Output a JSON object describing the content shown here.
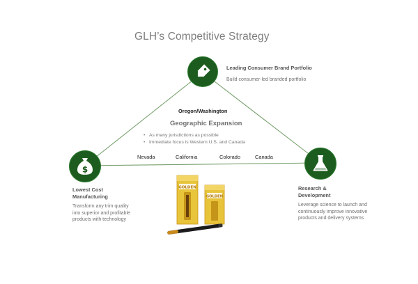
{
  "title": "GLH’s Competitive Strategy",
  "center": {
    "region_label": "Oregon/Washington",
    "heading": "Geographic Expansion",
    "bullets": [
      "As many jurisdictions as possible",
      "Immediate focus is Western U.S. and Canada"
    ]
  },
  "states": [
    "Nevada",
    "California",
    "Colorado",
    "Canada"
  ],
  "nodes": {
    "top": {
      "icon": "price-tag-icon",
      "title": "Leading Consumer Brand Portfolio",
      "description": "Build consumer-led branded portfolio"
    },
    "left": {
      "icon": "dollar-bag-icon",
      "title_lines": [
        "Lowest Cost",
        "Manufacturing"
      ],
      "description_lines": [
        "Transform any trim quality",
        "into superior and profitable",
        "products with technology"
      ]
    },
    "right": {
      "icon": "flask-icon",
      "title_lines": [
        "Research &",
        "Development"
      ],
      "description_lines": [
        "Leverage science to launch and",
        "continuously improve innovative",
        "products and delivery systems"
      ]
    }
  },
  "product_image": {
    "brand_text": "GOLDEN"
  },
  "colors": {
    "node_green": "#1d5c1f",
    "line_green": "#7aa070",
    "box_yellow": "#e8c43a",
    "box_gold": "#c99418"
  }
}
